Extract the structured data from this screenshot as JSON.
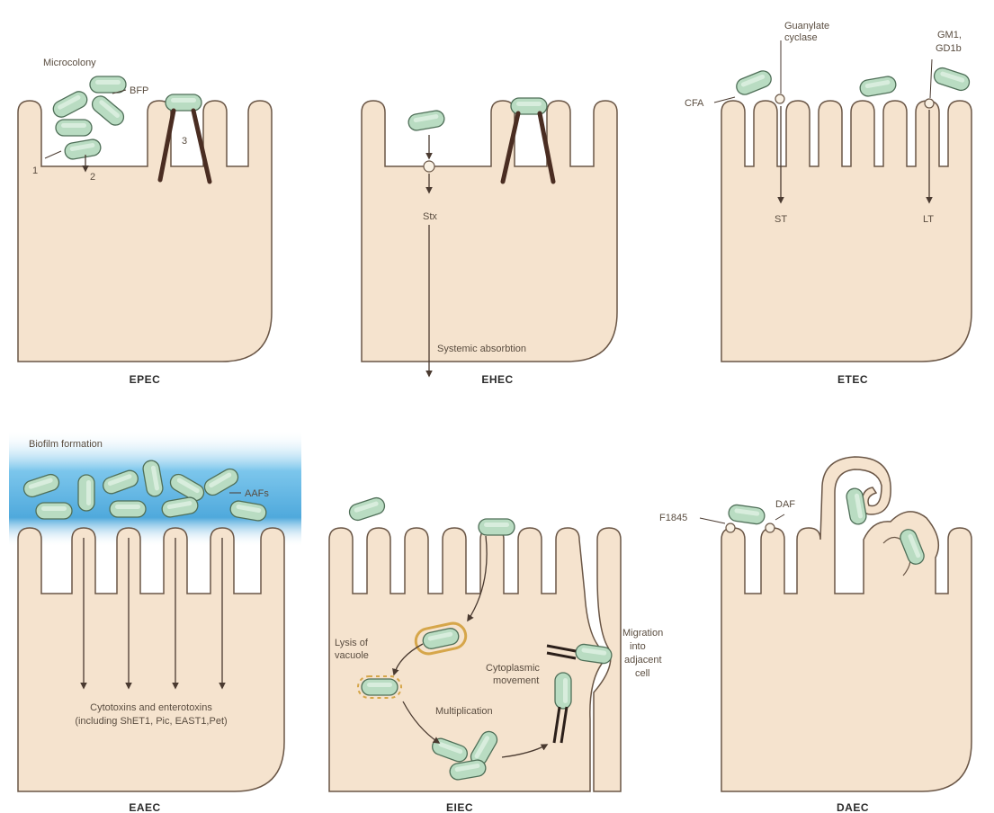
{
  "colors": {
    "cell_fill": "#f5e3ce",
    "cell_stroke": "#6a5646",
    "bacterium_fill": "#b9dcc2",
    "bacterium_stroke": "#4f6f58",
    "biofilm": "#5fb6e3",
    "filament": "#4a2d22"
  },
  "panels": {
    "epec": {
      "title": "EPEC",
      "microcolony": "Microcolony",
      "bfp": "BFP",
      "step1": "1",
      "step2": "2",
      "step3": "3"
    },
    "ehec": {
      "title": "EHEC",
      "stx": "Stx",
      "systemic": "Systemic absorbtion"
    },
    "etec": {
      "title": "ETEC",
      "guanylate_1": "Guanylate",
      "guanylate_2": "cyclase",
      "gm1_1": "GM1,",
      "gm1_2": "GD1b",
      "cfa": "CFA",
      "st": "ST",
      "lt": "LT"
    },
    "eaec": {
      "title": "EAEC",
      "biofilm": "Biofilm formation",
      "aafs": "AAFs",
      "toxins_1": "Cytotoxins and enterotoxins",
      "toxins_2": "(including ShET1, Pic, EAST1,Pet)"
    },
    "eiec": {
      "title": "EIEC",
      "lysis_1": "Lysis of",
      "lysis_2": "vacuole",
      "cyto_1": "Cytoplasmic",
      "cyto_2": "movement",
      "mult": "Multiplication",
      "migr_1": "Migration",
      "migr_2": "into",
      "migr_3": "adjacent",
      "migr_4": "cell"
    },
    "daec": {
      "title": "DAEC",
      "f1845": "F1845",
      "daf": "DAF"
    }
  }
}
